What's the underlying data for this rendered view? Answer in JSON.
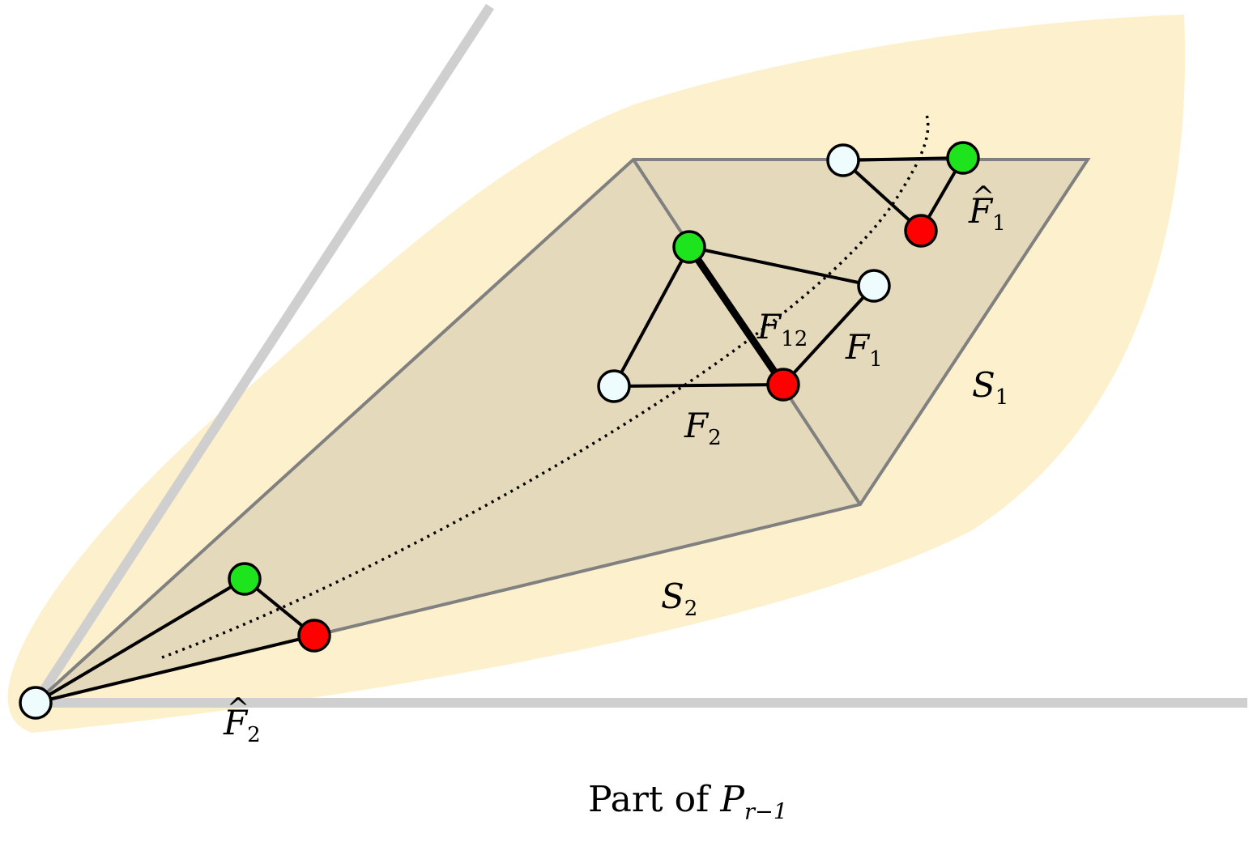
{
  "labels": {
    "f_hat_1": {
      "base": "F",
      "sub": "1"
    },
    "f_hat_2": {
      "base": "F",
      "sub": "2"
    },
    "f_12": {
      "base": "F",
      "sub": "12"
    },
    "f_1": {
      "base": "F",
      "sub": "1"
    },
    "f_2": {
      "base": "F",
      "sub": "2"
    },
    "s_1": {
      "base": "S",
      "sub": "1"
    },
    "s_2": {
      "base": "S",
      "sub": "2"
    }
  },
  "caption": {
    "prefix": "Part of ",
    "base": "P",
    "sub": "r−1"
  },
  "colors": {
    "yellow_region": "#fdf0cc",
    "tan_region": "#e4d9bb",
    "region_border": "#808080",
    "gray_rays": "#d0cfcf",
    "node_white": "#eefcfd",
    "node_green": "#1ee41e",
    "node_red": "#ff0000",
    "edge": "#000000"
  }
}
